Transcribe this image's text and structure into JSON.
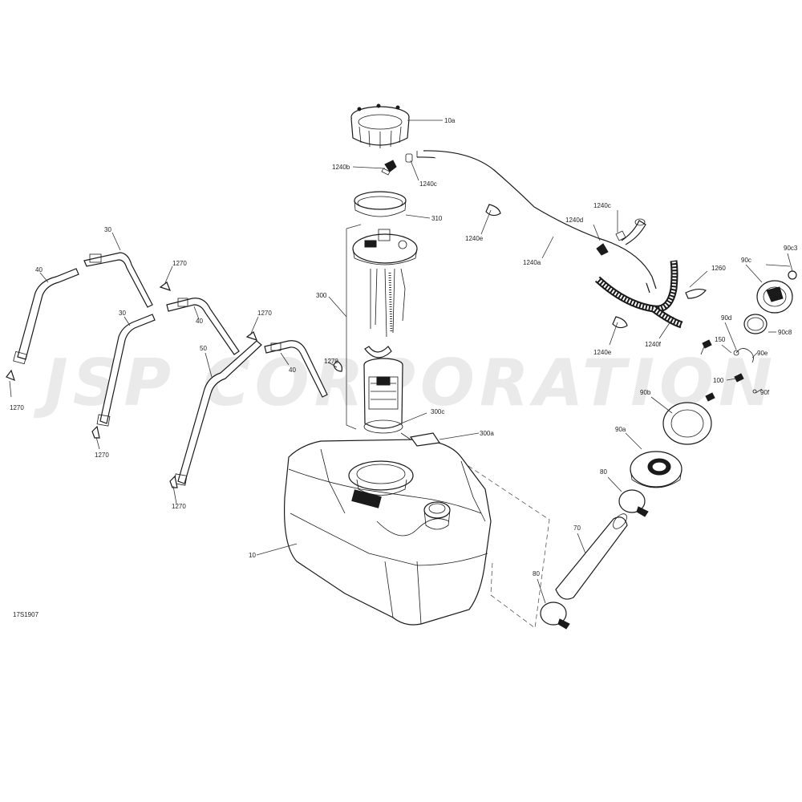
{
  "watermark": "JSP CORPORATION",
  "figure_code": "17S1907",
  "labels": {
    "l10a": "10a",
    "l1240b": "1240b",
    "l1240c_top": "1240c",
    "l310": "310",
    "l1240e_top": "1240e",
    "l1240a": "1240a",
    "l1240c_right": "1240c",
    "l1240d": "1240d",
    "l1260": "1260",
    "l1240f": "1240f",
    "l1240e_bottom": "1240e",
    "l300": "300",
    "l300c": "300c",
    "l300a": "300a",
    "l10": "10",
    "l30_top": "30",
    "l40_left": "40",
    "l1270_a": "1270",
    "l1270_left": "1270",
    "l30_mid": "30",
    "l40_mid": "40",
    "l1270_b": "1270",
    "l1270_mid": "1270",
    "l50": "50",
    "l40_right": "40",
    "l1270_c": "1270",
    "l1270_bottom": "1270",
    "l90c3": "90c3",
    "l90c": "90c",
    "l90c8": "90c8",
    "l90d": "90d",
    "l90e": "90e",
    "l150": "150",
    "l100": "100",
    "l90f": "90f",
    "l90b": "90b",
    "l90a": "90a",
    "l80_top": "80",
    "l70": "70",
    "l80_bottom": "80"
  }
}
